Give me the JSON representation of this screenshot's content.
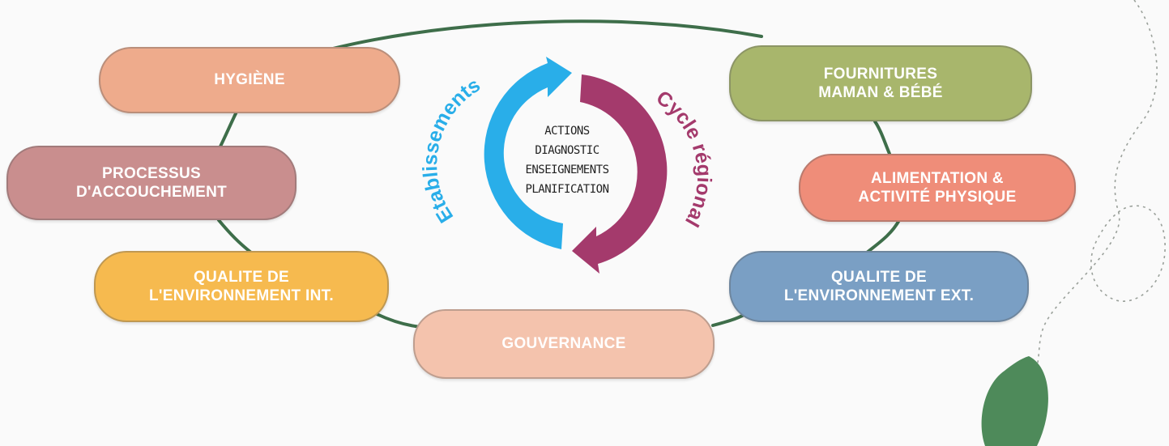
{
  "pills": {
    "hygiene": {
      "lines": [
        "HYGIÈNE"
      ],
      "color": "#eeab8c"
    },
    "processus": {
      "lines": [
        "PROCESSUS",
        "D'ACCOUCHEMENT"
      ],
      "color": "#c98e8e"
    },
    "qualite_int": {
      "lines": [
        "QUALITE DE",
        "L'ENVIRONNEMENT INT."
      ],
      "color": "#f6ba4f"
    },
    "gouvernance": {
      "lines": [
        "GOUVERNANCE"
      ],
      "color": "#f4c3ad"
    },
    "fournitures": {
      "lines": [
        "FOURNITURES",
        "MAMAN & BÉBÉ"
      ],
      "color": "#a8b66c"
    },
    "alimentation": {
      "lines": [
        "ALIMENTATION &",
        "ACTIVITÉ PHYSIQUE"
      ],
      "color": "#ef8d79"
    },
    "qualite_ext": {
      "lines": [
        "QUALITE DE",
        "L'ENVIRONNEMENT EXT."
      ],
      "color": "#7a9fc4"
    }
  },
  "cycle": {
    "center_lines": [
      "ACTIONS",
      "DIAGNOSTIC",
      "ENSEIGNEMENTS",
      "PLANIFICATION"
    ],
    "left_label": "Etablissements",
    "right_label": "Cycle régional",
    "left_color": "#29aee9",
    "right_color": "#a43a6c"
  },
  "colors": {
    "connector": "#3e6e4a",
    "leaf": "#4e8a5a",
    "dotted": "#9aa09a"
  }
}
